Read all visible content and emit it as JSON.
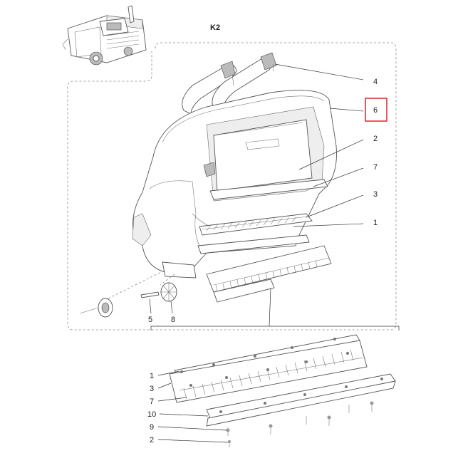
{
  "assembly": {
    "label": "K2"
  },
  "callouts": {
    "c4": "4",
    "c6": "6",
    "c2_top": "2",
    "c7_top": "7",
    "c3_top": "3",
    "c1_top": "1",
    "c5": "5",
    "c8": "8",
    "c1_bot": "1",
    "c3_bot": "3",
    "c7_bot": "7",
    "c10": "10",
    "c9": "9",
    "c2_bot": "2"
  },
  "colors": {
    "highlight": "#e0242b",
    "line": "#555555"
  }
}
